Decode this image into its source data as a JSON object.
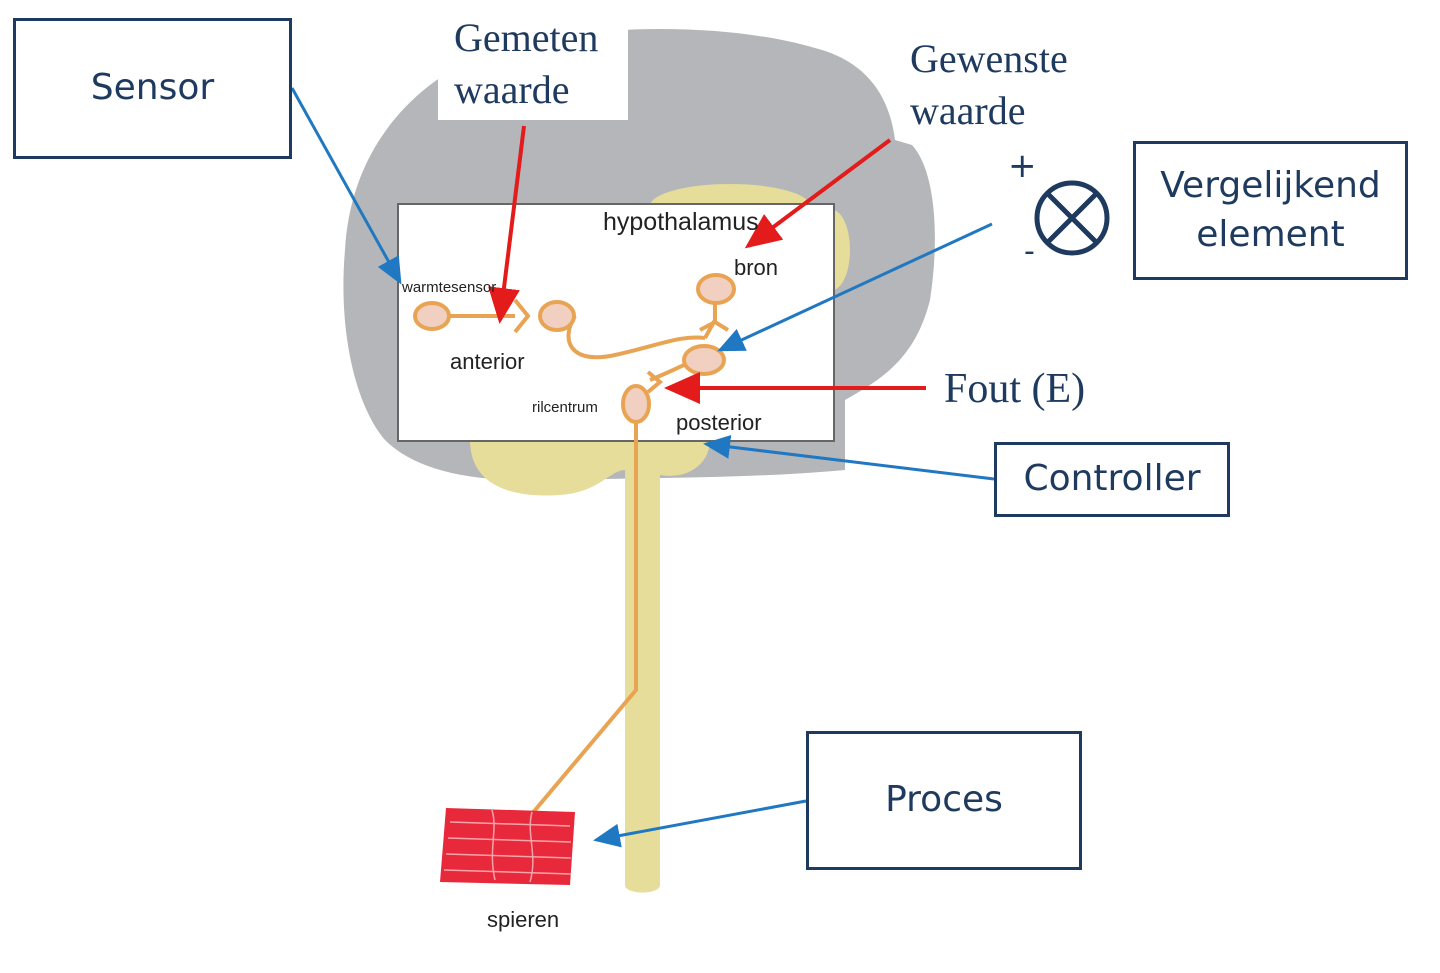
{
  "boxes": {
    "sensor": "Sensor",
    "vergelijkend_line1": "Vergelijkend",
    "vergelijkend_line2": "element",
    "controller": "Controller",
    "proces": "Proces"
  },
  "signals": {
    "gemeten_line1": "Gemeten",
    "gemeten_line2": "waarde",
    "gewenste_line1": "Gewenste",
    "gewenste_line2": "waarde",
    "fout": "Fout (E)",
    "plus": "+",
    "minus": "-"
  },
  "anatomy": {
    "hypothalamus": "hypothalamus",
    "bron": "bron",
    "warmtesensor": "warmtesensor",
    "anterior": "anterior",
    "rilcentrum": "rilcentrum",
    "posterior": "posterior",
    "spieren": "spieren"
  },
  "colors": {
    "box_border": "#1f3a5f",
    "brain_gray": "#b4b6b9",
    "spine_yellow": "#e6dd9a",
    "neuron_orange": "#e8a452",
    "cell_fill": "#f1cfc1",
    "muscle_red": "#e8293b",
    "blue_arrow": "#1f78c1",
    "red_arrow": "#e31b1b"
  },
  "icons": [
    "comparator-circle-x-icon"
  ]
}
